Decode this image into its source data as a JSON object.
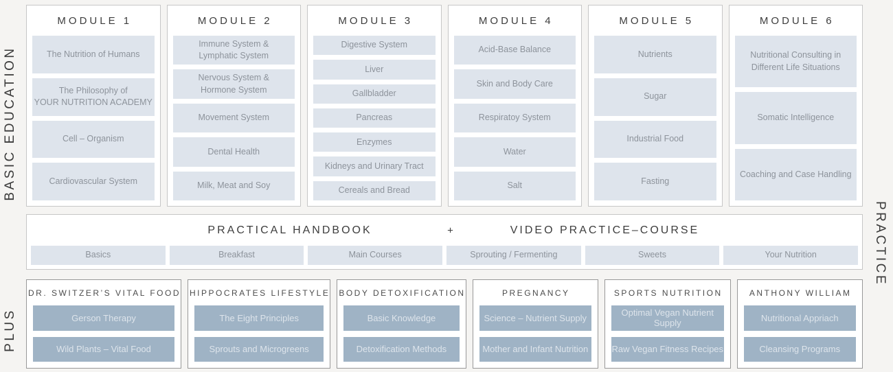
{
  "side_labels": {
    "basic_education": "BASIC EDUCATION",
    "plus": "PLUS",
    "practice": "PRACTICE"
  },
  "modules": [
    {
      "title": "MODULE 1",
      "items": [
        "The Nutrition of Humans",
        "The Philosophy of\nYOUR NUTRITION ACADEMY",
        "Cell – Organism",
        "Cardiovascular System"
      ]
    },
    {
      "title": "MODULE 2",
      "items": [
        "Immune System &\nLymphatic System",
        "Nervous System &\nHormone System",
        "Movement System",
        "Dental Health",
        "Milk, Meat and Soy"
      ]
    },
    {
      "title": "MODULE 3",
      "items": [
        "Digestive System",
        "Liver",
        "Gallbladder",
        "Pancreas",
        "Enzymes",
        "Kidneys  and Urinary Tract",
        "Cereals and Bread"
      ]
    },
    {
      "title": "MODULE 4",
      "items": [
        "Acid-Base Balance",
        "Skin and Body Care",
        "Respiratoy System",
        "Water",
        "Salt"
      ]
    },
    {
      "title": "MODULE 5",
      "items": [
        "Nutrients",
        "Sugar",
        "Industrial Food",
        "Fasting"
      ]
    },
    {
      "title": "MODULE 6",
      "items": [
        "Nutritional Consulting in\nDifferent Life Situations",
        "Somatic Intelligence",
        "Coaching and Case Handling"
      ]
    }
  ],
  "practice_band": {
    "title_left": "PRACTICAL HANDBOOK",
    "plus_sign": "+",
    "title_right": "VIDEO PRACTICE–COURSE",
    "items": [
      "Basics",
      "Breakfast",
      "Main Courses",
      "Sprouting / Fermenting",
      "Sweets",
      "Your Nutrition"
    ]
  },
  "plus_boxes": [
    {
      "title": "DR. SWITZER’S VITAL FOOD",
      "items": [
        "Gerson Therapy",
        "Wild Plants – Vital Food"
      ]
    },
    {
      "title": "HIPPOCRATES LIFESTYLE",
      "items": [
        "The Eight Principles",
        "Sprouts and Microgreens"
      ]
    },
    {
      "title": "BODY DETOXIFICATION",
      "items": [
        "Basic Knowledge",
        "Detoxification Methods"
      ]
    },
    {
      "title": "PREGNANCY",
      "items": [
        "Science – Nutrient Supply",
        "Mother and Infant Nutrition"
      ]
    },
    {
      "title": "SPORTS NUTRITION",
      "items": [
        "Optimal Vegan Nutrient Supply",
        "Raw Vegan Fitness Recipes"
      ]
    },
    {
      "title": "ANTHONY WILLIAM",
      "items": [
        "Nutritional Appriach",
        "Cleansing Programs"
      ]
    }
  ],
  "colors": {
    "page_bg": "#f5f4f2",
    "box_bg": "#ffffff",
    "box_border": "#c6c6c6",
    "plus_box_border": "#989898",
    "item_light_bg": "#dee4ec",
    "item_light_text": "#8d939b",
    "item_dark_bg": "#9fb3c5",
    "item_dark_text": "#dde4eb",
    "heading_text": "#3d3d3d"
  }
}
